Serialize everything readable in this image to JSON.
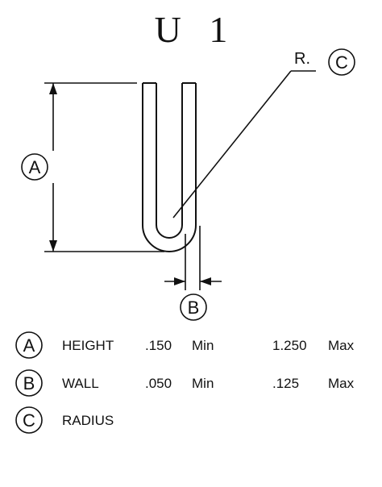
{
  "title": "U   1",
  "radius_label": "R.",
  "callouts": {
    "a": "A",
    "b": "B",
    "c": "C"
  },
  "specs": [
    {
      "letter": "A",
      "name": "HEIGHT",
      "min_value": ".150",
      "min_label": "Min",
      "max_value": "1.250",
      "max_label": "Max"
    },
    {
      "letter": "B",
      "name": "WALL",
      "min_value": ".050",
      "min_label": "Min",
      "max_value": ".125",
      "max_label": "Max"
    },
    {
      "letter": "C",
      "name": "RADIUS"
    }
  ]
}
